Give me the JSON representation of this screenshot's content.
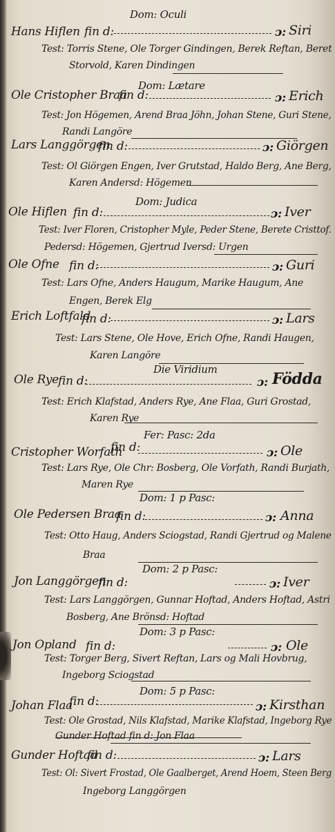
{
  "entries": [
    {
      "sunday": "Dom: Oculi",
      "father": "Hans Hiflen",
      "suffix": "fin d:",
      "child": "Siri",
      "sponsors": [
        "Test: Torris Stene, Ole Torger Gindingen, Berek Reftan, Beret",
        "Storvold, Karen Dindingen"
      ]
    },
    {
      "sunday": "Dom: Lætare",
      "father": "Ole Cristopher Braa",
      "suffix": "fin d:",
      "child": "Erich",
      "sponsors": [
        "Test: Jon Högemen, Arend Braa Jöhn, Johan Stene, Guri Stene,",
        "Randi Langöre"
      ]
    },
    {
      "sunday": "",
      "father": "Lars Langgörgen",
      "suffix": "fin d:",
      "child": "Giörgen",
      "sponsors": [
        "Test: Ol Giörgen Engen, Iver Grutstad, Haldo Berg, Ane Berg,",
        "Karen Andersd: Högemen"
      ]
    },
    {
      "sunday": "Dom: Judica",
      "father": "Ole Hiflen",
      "suffix": "fin d:",
      "child": "Iver",
      "sponsors": [
        "Test: Iver Floren, Cristopher Myle, Peder Stene, Berete Cristtof.",
        "Pedersd: Högemen, Gjertrud Iversd: Urgen"
      ]
    },
    {
      "sunday": "",
      "father": "Ole Ofne",
      "suffix": "fin d:",
      "child": "Guri",
      "sponsors": [
        "Test: Lars Ofne, Anders Haugum, Marike Haugum, Ane",
        "Engen, Berek Elg"
      ]
    },
    {
      "sunday": "",
      "father": "Erich Loftfald",
      "suffix": "fin d:",
      "child": "Lars",
      "sponsors": [
        "Test: Lars Stene, Ole Hove, Erich Ofne, Randi Haugen,",
        "Karen Langöre"
      ]
    },
    {
      "sunday": "Die Viridium",
      "father": "Ole Rye",
      "suffix": "fin d:",
      "child": "Födda",
      "sponsors": [
        "Test: Erich Klafstad, Anders Rye, Ane Flaa, Guri Grostad,",
        "Karen Rye"
      ]
    },
    {
      "sunday": "Fer: Pasc: 2da",
      "father": "Cristopher Worfath",
      "suffix": "fin d:",
      "child": "Ole",
      "sponsors": [
        "Test: Lars Rye, Ole Chr: Bosberg, Ole Vorfath, Randi Burjath,",
        "Maren Rye"
      ]
    },
    {
      "sunday": "Dom: 1 p Pasc:",
      "father": "Ole Pedersen Braa",
      "suffix": "fin d:",
      "child": "Anna",
      "sponsors": [
        "Test: Otto Haug, Anders Sciogstad, Randi Gjertrud og Malene",
        "Braa"
      ]
    },
    {
      "sunday": "Dom: 2 p Pasc:",
      "father": "Jon Langgörgen",
      "suffix": "fin d:",
      "child": "Iver",
      "sponsors": [
        "Test: Lars Langgörgen, Gunnar Hoftad, Anders Hoftad, Astri",
        "Bosberg, Ane Brönsd: Hoftad"
      ]
    },
    {
      "sunday": "Dom: 3 p Pasc:",
      "father": "Jon Opland",
      "suffix": "fin d:",
      "child": "Ole",
      "sponsors": [
        "Test: Torger Berg, Sivert Reftan, Lars og Mali Hovbrug,",
        "Ingeborg Sciogstad"
      ]
    },
    {
      "sunday": "Dom: 5 p Pasc:",
      "father": "Johan Flaa",
      "suffix": "fin d:",
      "child": "Kirsthan",
      "sponsors": [
        "Test: Ole Grostad, Nils Klafstad, Marike Klafstad, Ingeborg Rye",
        "Gunder Hoftad fin d: Jon Flaa"
      ]
    },
    {
      "sunday": "",
      "father": "Gunder Hoftad",
      "suffix": "fin d:",
      "child": "Lars",
      "sponsors": [
        "Test: Ol: Sivert Frostad, Ole Gaalberget, Arend Hoem, Steen Berg",
        "Ingeborg Langgörgen"
      ]
    }
  ]
}
